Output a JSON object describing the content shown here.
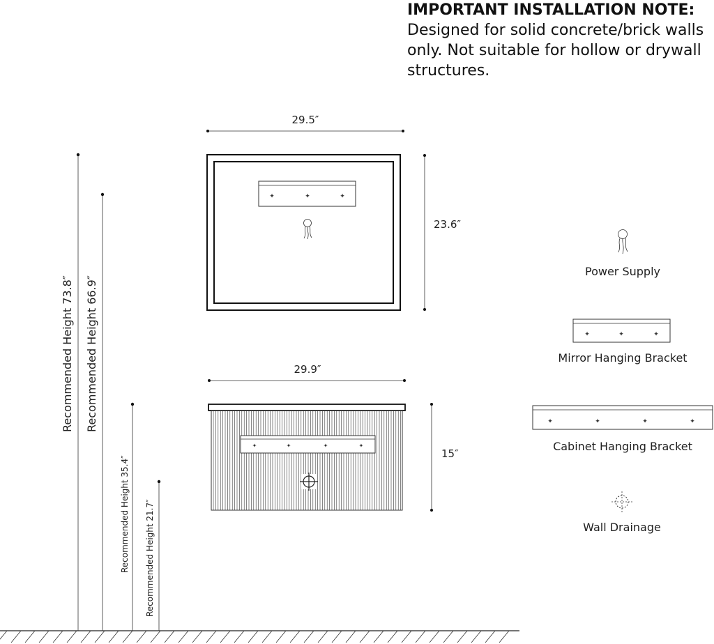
{
  "note": {
    "heading": "IMPORTANT INSTALLATION NOTE:",
    "body": "Designed for solid concrete/brick walls only. Not suitable for hollow or drywall structures."
  },
  "dimensions": {
    "mirror_width": "29.5″",
    "mirror_height": "23.6″",
    "cabinet_width": "29.9″",
    "cabinet_height": "15″"
  },
  "heights": {
    "h1": "Recommended Height 73.8″",
    "h2": "Recommended Height 66.9″",
    "h3": "Recommended Height 35.4″",
    "h4": "Recommended Height 21.7″"
  },
  "legend": {
    "power_supply": "Power Supply",
    "mirror_bracket": "Mirror Hanging Bracket",
    "cabinet_bracket": "Cabinet Hanging Bracket",
    "wall_drainage": "Wall Drainage"
  }
}
